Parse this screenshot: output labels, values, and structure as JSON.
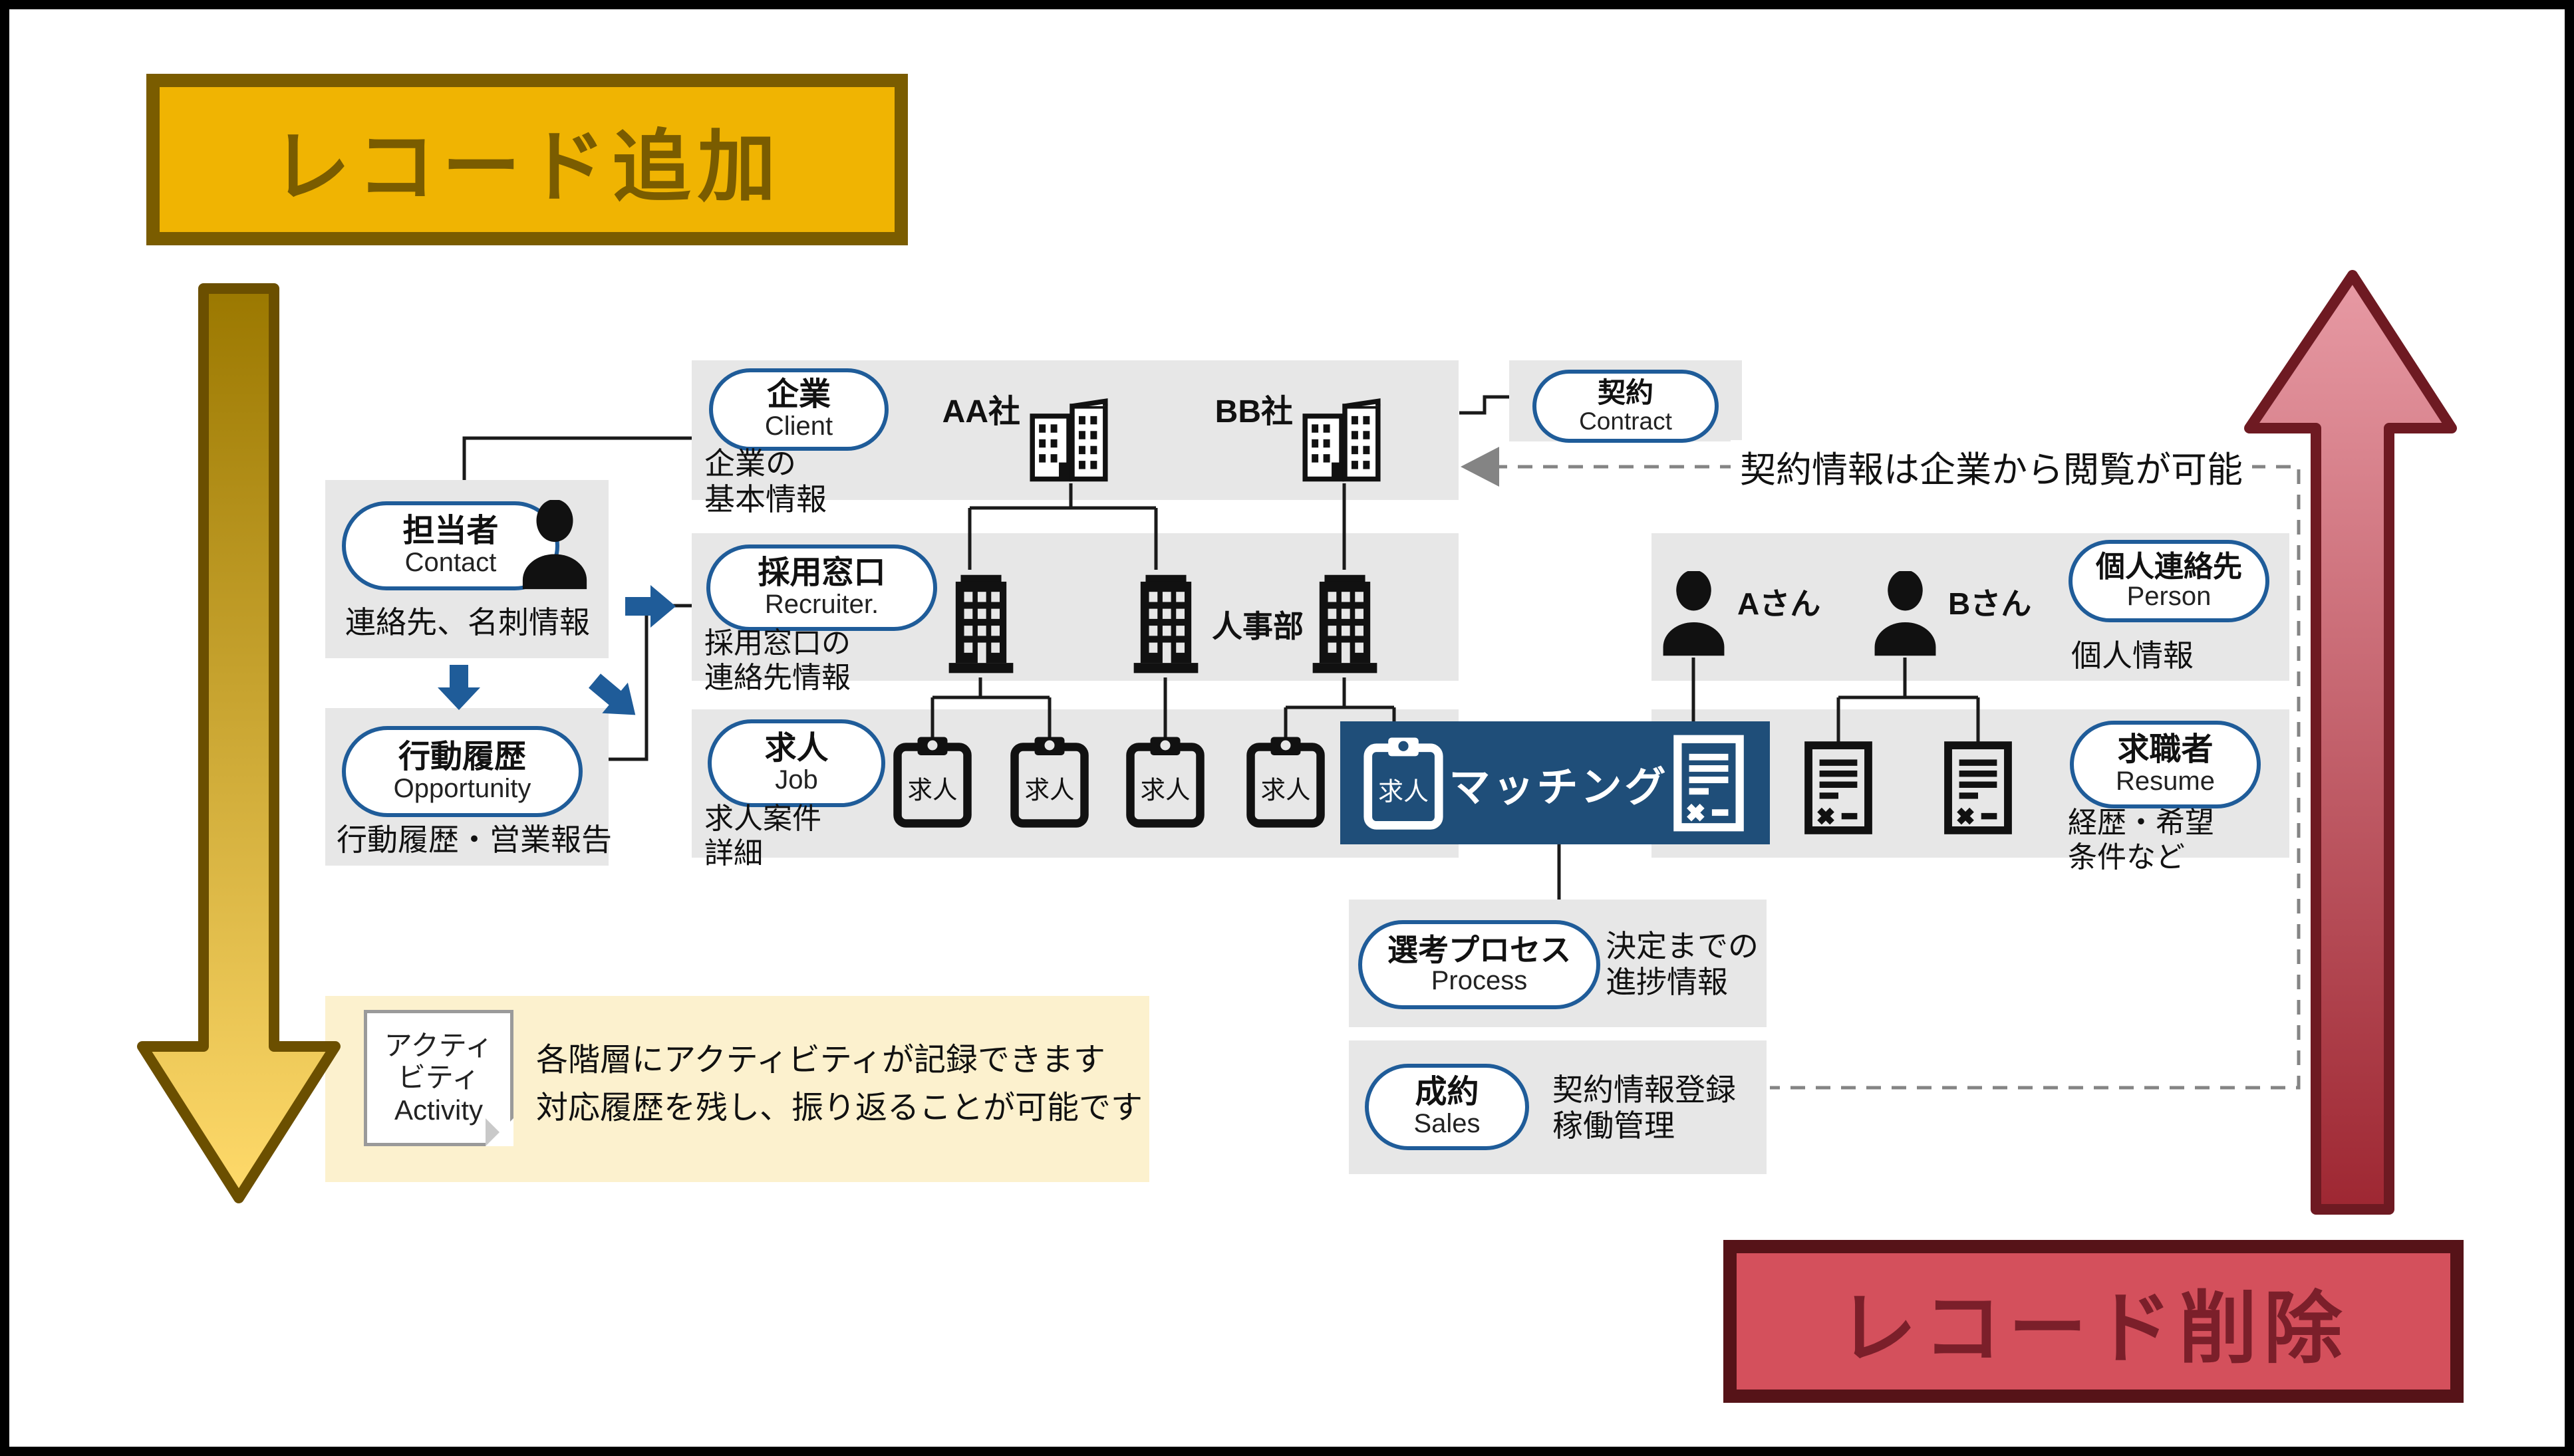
{
  "titles": {
    "add": "レコード追加",
    "delete": "レコード削除"
  },
  "banner_note": "契約情報は企業から閲覧が可能",
  "entities": {
    "client": {
      "jp": "企業",
      "en": "Client",
      "cap1": "企業の",
      "cap2": "基本情報"
    },
    "contract": {
      "jp": "契約",
      "en": "Contract"
    },
    "contact": {
      "jp": "担当者",
      "en": "Contact",
      "cap1": "連絡先、名刺情報"
    },
    "recruiter": {
      "jp": "採用窓口",
      "en": "Recruiter.",
      "cap1": "採用窓口の",
      "cap2": "連絡先情報"
    },
    "opportunity": {
      "jp": "行動履歴",
      "en": "Opportunity",
      "cap1": "行動履歴・営業報告"
    },
    "job": {
      "jp": "求人",
      "en": "Job",
      "cap1": "求人案件",
      "cap2": "詳細"
    },
    "person": {
      "jp": "個人連絡先",
      "en": "Person",
      "cap1": "個人情報"
    },
    "resume": {
      "jp": "求職者",
      "en": "Resume",
      "cap1": "経歴・希望",
      "cap2": "条件など"
    },
    "process": {
      "jp": "選考プロセス",
      "en": "Process",
      "cap1": "決定までの",
      "cap2": "進捗情報"
    },
    "sales": {
      "jp": "成約",
      "en": "Sales",
      "cap1": "契約情報登録",
      "cap2": "稼働管理"
    }
  },
  "labels": {
    "company_a": "AA社",
    "company_b": "BB社",
    "hr_dept": "人事部",
    "person_a": "Aさん",
    "person_b": "Bさん",
    "matching": "マッチング",
    "job_clip": "求人"
  },
  "activity_note": {
    "sticky1": "アクティ",
    "sticky2": "ビティ",
    "sticky3": "Activity",
    "line1": "各階層にアクティビティが記録できます",
    "line2": "対応履歴を残し、振り返ることが可能です"
  },
  "colors": {
    "pill_border_blue": "#1F5C99",
    "matching_bg": "#1F4E79",
    "panel_gray": "#E7E7E7",
    "note_bg": "#FCF1CE",
    "add_fill": "#F0B402",
    "add_border": "#7A5C00",
    "delete_fill": "#D4505C",
    "delete_border": "#561318",
    "dashed_gray": "#848484",
    "gold_arrow_top": "#9B7800",
    "gold_arrow_bottom": "#FFDA6B",
    "red_arrow_top": "#E79AA4",
    "red_arrow_bottom": "#9E2732"
  },
  "icons": [
    "person-icon",
    "building-city-icon",
    "building-tower-icon",
    "clipboard-icon",
    "resume-icon",
    "sticky-note-icon",
    "big-arrow-down-icon",
    "big-arrow-up-icon",
    "dashed-arrow-left-icon",
    "blue-arrow-icon"
  ]
}
